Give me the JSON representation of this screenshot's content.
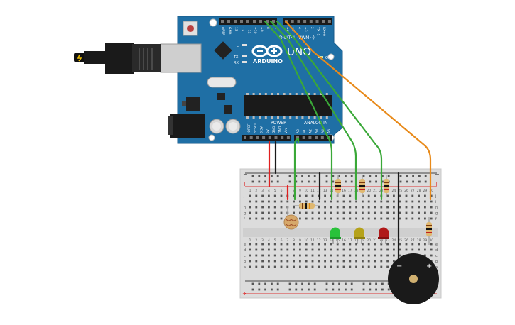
{
  "arduino": {
    "brand": "ARDUINO",
    "model": "UNO",
    "digital_header_label": "DIGITAL (PWM~)",
    "power_label": "POWER",
    "analog_label": "ANALOG IN",
    "on_label": "ON",
    "l_label": "L",
    "tx_label": "TX",
    "rx_label": "RX",
    "digital_pins": [
      "AREF",
      "GND",
      "13",
      "12",
      "~11",
      "~10",
      "~9",
      "8",
      "7",
      "~6",
      "~5",
      "4",
      "~3",
      "2",
      "TX→1",
      "RX←0"
    ],
    "power_pins": [
      "IOREF",
      "RESET",
      "3.3V",
      "5V",
      "GND",
      "GND",
      "Vin"
    ],
    "analog_pins": [
      "A0",
      "A1",
      "A2",
      "A3",
      "A4",
      "A5"
    ]
  },
  "breadboard": {
    "column_numbers": [
      "1",
      "2",
      "3",
      "4",
      "5",
      "6",
      "7",
      "8",
      "9",
      "10",
      "11",
      "12",
      "13",
      "14",
      "15",
      "16",
      "17",
      "18",
      "19",
      "20",
      "21",
      "22",
      "23",
      "24",
      "25",
      "26",
      "27",
      "28",
      "29",
      "30"
    ],
    "row_letters_top": [
      "j",
      "i",
      "h",
      "g",
      "f"
    ],
    "row_letters_bottom": [
      "e",
      "d",
      "c",
      "b",
      "a"
    ],
    "rail_minus": "−",
    "rail_plus": "+"
  },
  "buzzer": {
    "minus_label": "−",
    "plus_label": "+"
  },
  "colors": {
    "board_blue": "#1f6fa5",
    "wire_red": "#e02020",
    "wire_black": "#1a1a1a",
    "wire_green": "#3aa838",
    "wire_orange": "#e88a1a",
    "led_green": "#29c23a",
    "led_yellow": "#b5a21a",
    "led_red": "#b01818"
  },
  "icons": [
    "usb-cable-icon",
    "reset-button-icon",
    "arduino-logo-icon"
  ]
}
